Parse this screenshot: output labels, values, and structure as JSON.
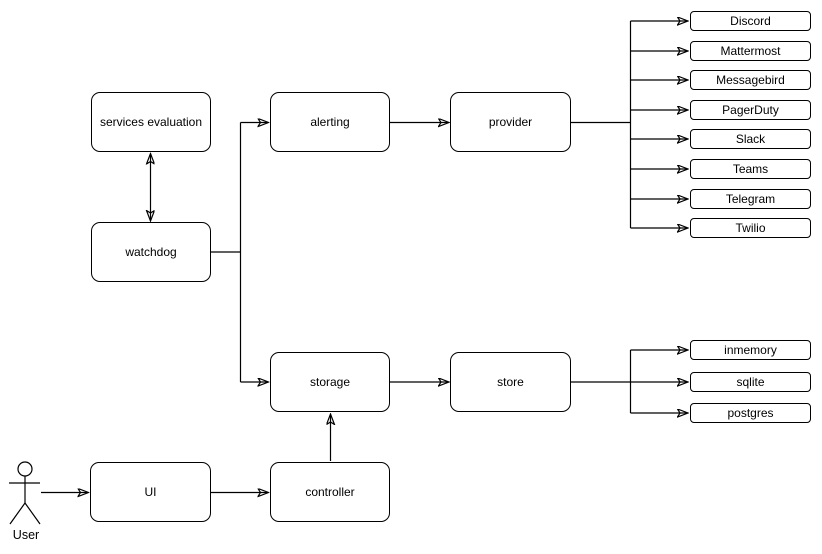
{
  "diagram": {
    "nodes": {
      "services_evaluation": "services evaluation",
      "watchdog": "watchdog",
      "alerting": "alerting",
      "provider": "provider",
      "storage": "storage",
      "store": "store",
      "ui": "UI",
      "controller": "controller"
    },
    "providers": [
      "Discord",
      "Mattermost",
      "Messagebird",
      "PagerDuty",
      "Slack",
      "Teams",
      "Telegram",
      "Twilio"
    ],
    "stores": [
      "inmemory",
      "sqlite",
      "postgres"
    ],
    "actor": {
      "label": "User"
    },
    "colors": {
      "line": "#000000",
      "node_fill": "#ffffff",
      "node_border": "#000000",
      "background": "#ffffff"
    }
  }
}
